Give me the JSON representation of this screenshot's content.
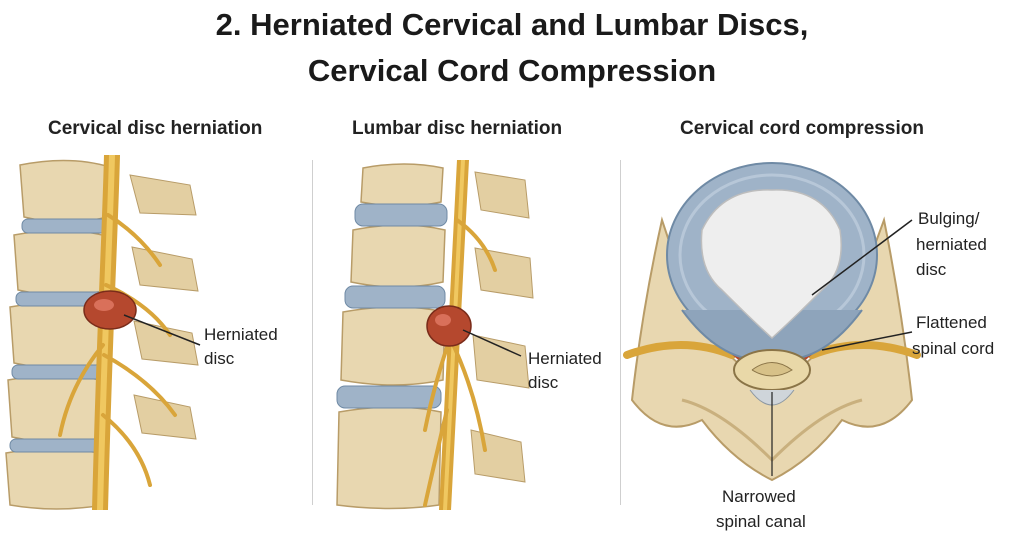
{
  "title": {
    "line1": "2.  Herniated Cervical and Lumbar Discs,",
    "line2": "Cervical Cord Compression"
  },
  "panels": [
    {
      "id": "cervical",
      "title": "Cervical disc herniation",
      "labels": {
        "herniated_line1": "Herniated",
        "herniated_line2": "disc"
      }
    },
    {
      "id": "lumbar",
      "title": "Lumbar disc herniation",
      "labels": {
        "herniated_line1": "Herniated",
        "herniated_line2": "disc"
      }
    },
    {
      "id": "cord",
      "title": "Cervical cord compression",
      "labels": {
        "bulging_line1": "Bulging/",
        "bulging_line2": "herniated",
        "bulging_line3": "disc",
        "flattened_line1": "Flattened",
        "flattened_line2": "spinal cord",
        "canal_line1": "Narrowed",
        "canal_line2": "spinal canal"
      }
    }
  ],
  "colors": {
    "bone": "#e8d7b0",
    "bone_shadow": "#c9b07e",
    "disc": "#9fb3c8",
    "nerve": "#d9a53a",
    "herniation": "#b5482e",
    "nucleus": "#eeeeee"
  }
}
